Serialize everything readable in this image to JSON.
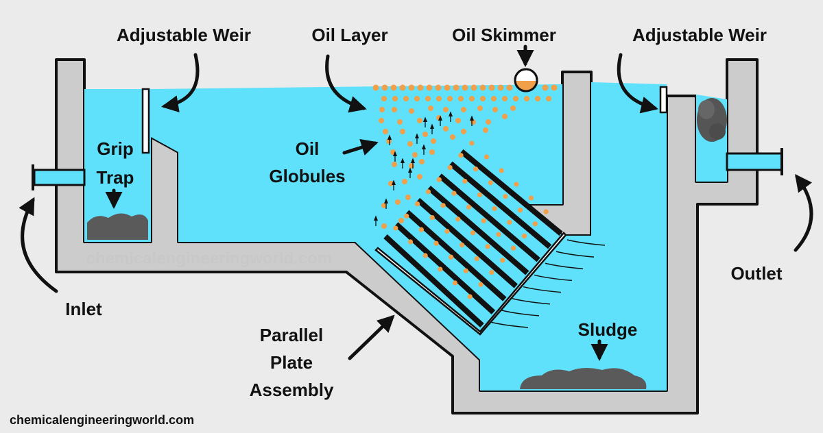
{
  "labels": {
    "adjustable_weir_left": "Adjustable Weir",
    "oil_layer": "Oil Layer",
    "oil_skimmer": "Oil Skimmer",
    "adjustable_weir_right": "Adjustable Weir",
    "grip_trap_line1": "Grip",
    "grip_trap_line2": "Trap",
    "oil_globules_line1": "Oil",
    "oil_globules_line2": "Globules",
    "inlet": "Inlet",
    "outlet": "Outlet",
    "sludge": "Sludge",
    "parallel_plate_line1": "Parallel",
    "parallel_plate_line2": "Plate",
    "parallel_plate_line3": "Assembly"
  },
  "watermark_center": "chemicalengineeringworld.com",
  "footer_credit": "chemicalengineeringworld.com",
  "colors": {
    "water": "#5fe0fb",
    "wall": "#cccccc",
    "outline": "#111111",
    "oil": "#f0a04a",
    "sludge": "#5a5a5a",
    "plate": "#111111",
    "background": "#ebebeb"
  }
}
